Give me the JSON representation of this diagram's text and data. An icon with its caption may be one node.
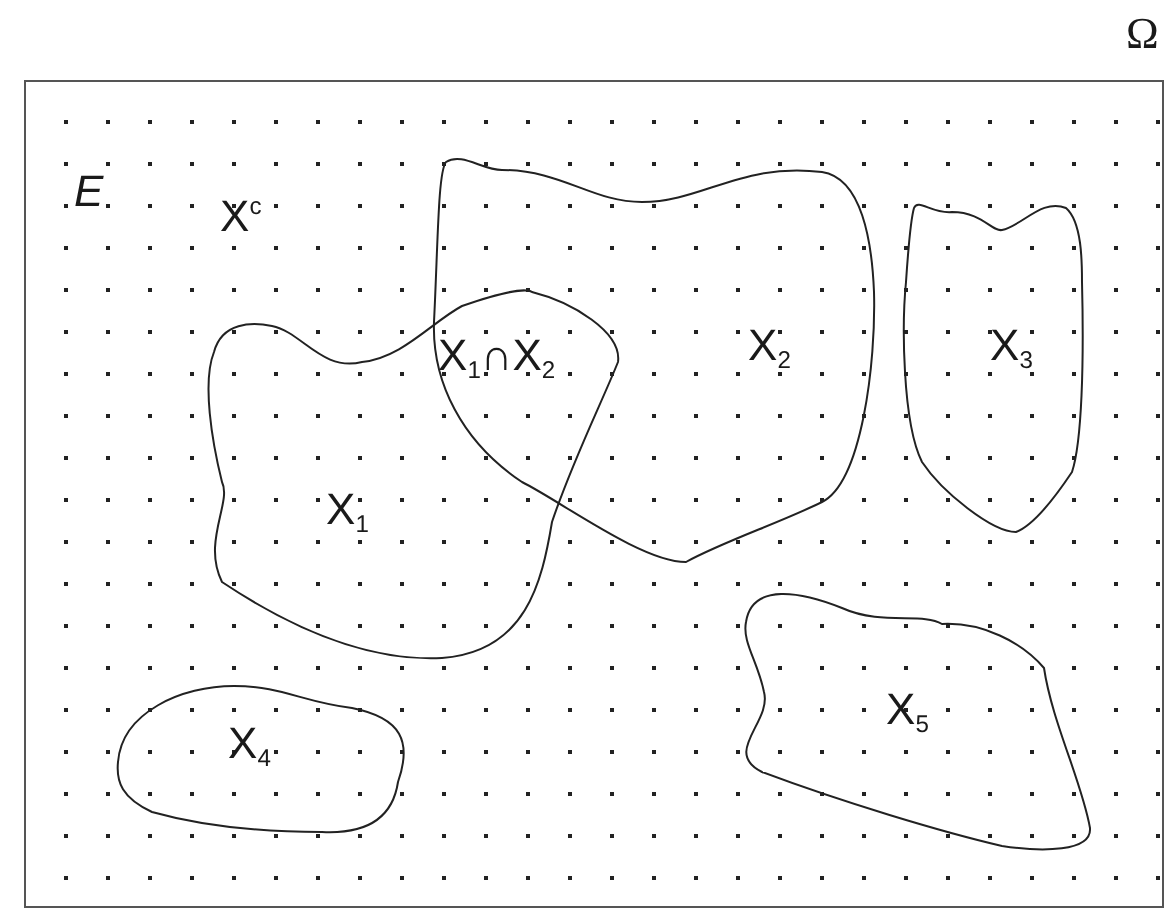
{
  "diagram": {
    "nodes": [
      {
        "text": [
          "E"
        ]
      },
      {
        "text": [
          "X$_{2}$"
        ],
        "in": 0
      },
      {
        "text": [
          "X$_{3}$"
        ],
        "in": 0
      },
      {
        "text": [
          "X$_{1}$"
        ],
        "in": 0
      },
      {
        "text": [
          "X$_{5}$"
        ],
        "in": 0
      },
      {
        "text": [
          "X$_{4}$"
        ],
        "in": 0
      }
    ],
    "labels": [
      "Ω",
      "X$^{c}$",
      "X$_{1}$∩X$_{2}$"
    ]
  }
}
